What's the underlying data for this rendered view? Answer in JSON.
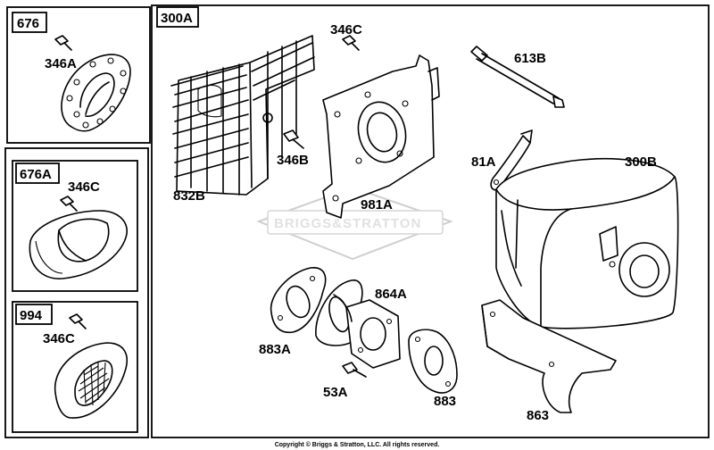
{
  "watermark": "BRIGGS&STRATTON",
  "copyright": "Copyright © Briggs & Stratton, LLC. All rights reserved.",
  "boxes": {
    "b676": "676",
    "b676a": "676A",
    "b994": "994",
    "b300a": "300A"
  },
  "parts": {
    "p346a": "346A",
    "p346c_676a": "346C",
    "p346c_994": "346C",
    "p346c_top": "346C",
    "p346b": "346B",
    "p832b": "832B",
    "p981a": "981A",
    "p613b": "613B",
    "p81a": "81A",
    "p300b": "300B",
    "p864a": "864A",
    "p883a": "883A",
    "p53a": "53A",
    "p883": "883",
    "p863": "863"
  }
}
